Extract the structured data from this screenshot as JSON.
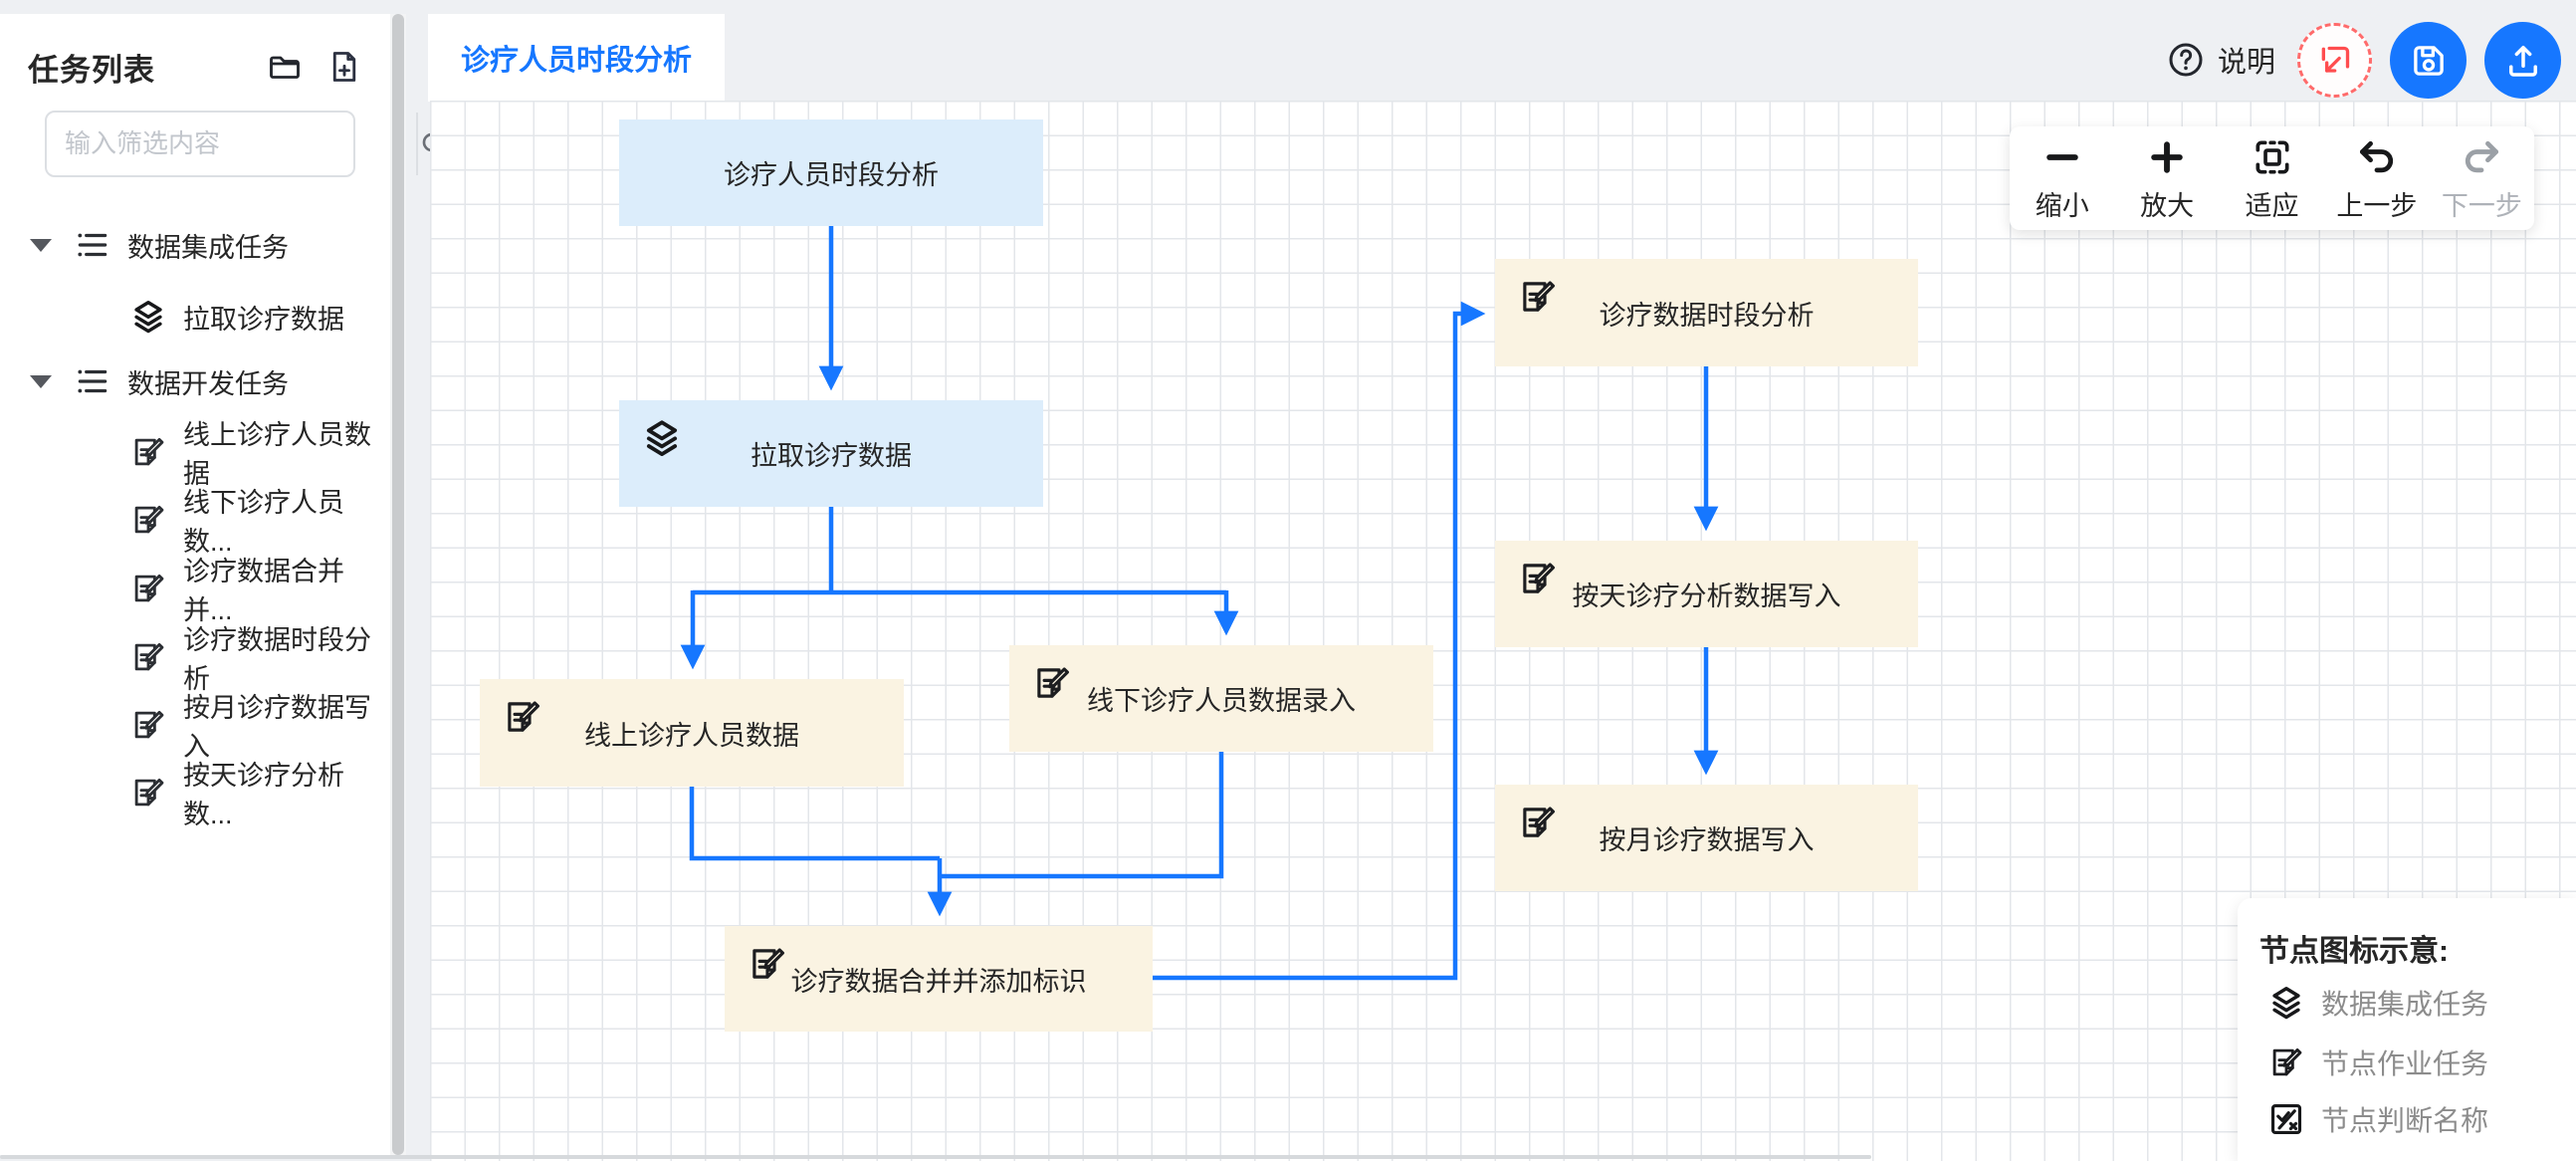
{
  "colors": {
    "accent": "#1677ff",
    "node_blue": "#dcedfb",
    "node_beige": "#faf3e2",
    "danger": "#ff4d4f"
  },
  "sidebar": {
    "title": "任务列表",
    "search_placeholder": "输入筛选内容",
    "tree": [
      {
        "label": "数据集成任务",
        "type": "group",
        "icon": "list-icon"
      },
      {
        "label": "拉取诊疗数据",
        "type": "child",
        "icon": "layers-icon"
      },
      {
        "label": "数据开发任务",
        "type": "group",
        "icon": "list-icon"
      },
      {
        "label": "线上诊疗人员数据",
        "type": "child",
        "icon": "edit-doc-icon"
      },
      {
        "label": "线下诊疗人员数...",
        "type": "child",
        "icon": "edit-doc-icon"
      },
      {
        "label": "诊疗数据合并并...",
        "type": "child",
        "icon": "edit-doc-icon"
      },
      {
        "label": "诊疗数据时段分析",
        "type": "child",
        "icon": "edit-doc-icon"
      },
      {
        "label": "按月诊疗数据写入",
        "type": "child",
        "icon": "edit-doc-icon"
      },
      {
        "label": "按天诊疗分析数...",
        "type": "child",
        "icon": "edit-doc-icon"
      }
    ]
  },
  "header": {
    "tab": "诊疗人员时段分析",
    "help_label": "说明"
  },
  "toolbar": [
    {
      "label": "缩小",
      "icon": "minus-icon"
    },
    {
      "label": "放大",
      "icon": "plus-icon"
    },
    {
      "label": "适应",
      "icon": "fit-icon"
    },
    {
      "label": "上一步",
      "icon": "undo-icon"
    },
    {
      "label": "下一步",
      "icon": "redo-icon",
      "disabled": true
    }
  ],
  "canvas": {
    "nodes": [
      {
        "label": "诊疗人员时段分析",
        "kind": "title",
        "color": "blue",
        "icon": ""
      },
      {
        "label": "拉取诊疗数据",
        "kind": "integration",
        "color": "blue",
        "icon": "layers-icon"
      },
      {
        "label": "线上诊疗人员数据",
        "kind": "job",
        "color": "beige",
        "icon": "edit-doc-icon"
      },
      {
        "label": "线下诊疗人员数据录入",
        "kind": "job",
        "color": "beige",
        "icon": "edit-doc-icon"
      },
      {
        "label": "诊疗数据合并并添加标识",
        "kind": "job",
        "color": "beige",
        "icon": "edit-doc-icon"
      },
      {
        "label": "诊疗数据时段分析",
        "kind": "job",
        "color": "beige",
        "icon": "edit-doc-icon"
      },
      {
        "label": "按天诊疗分析数据写入",
        "kind": "job",
        "color": "beige",
        "icon": "edit-doc-icon"
      },
      {
        "label": "按月诊疗数据写入",
        "kind": "job",
        "color": "beige",
        "icon": "edit-doc-icon"
      }
    ]
  },
  "legend": {
    "title": "节点图标示意:",
    "items": [
      {
        "label": "数据集成任务",
        "icon": "layers-icon"
      },
      {
        "label": "节点作业任务",
        "icon": "edit-doc-icon"
      },
      {
        "label": "节点判断名称",
        "icon": "check-x-box-icon"
      }
    ]
  }
}
